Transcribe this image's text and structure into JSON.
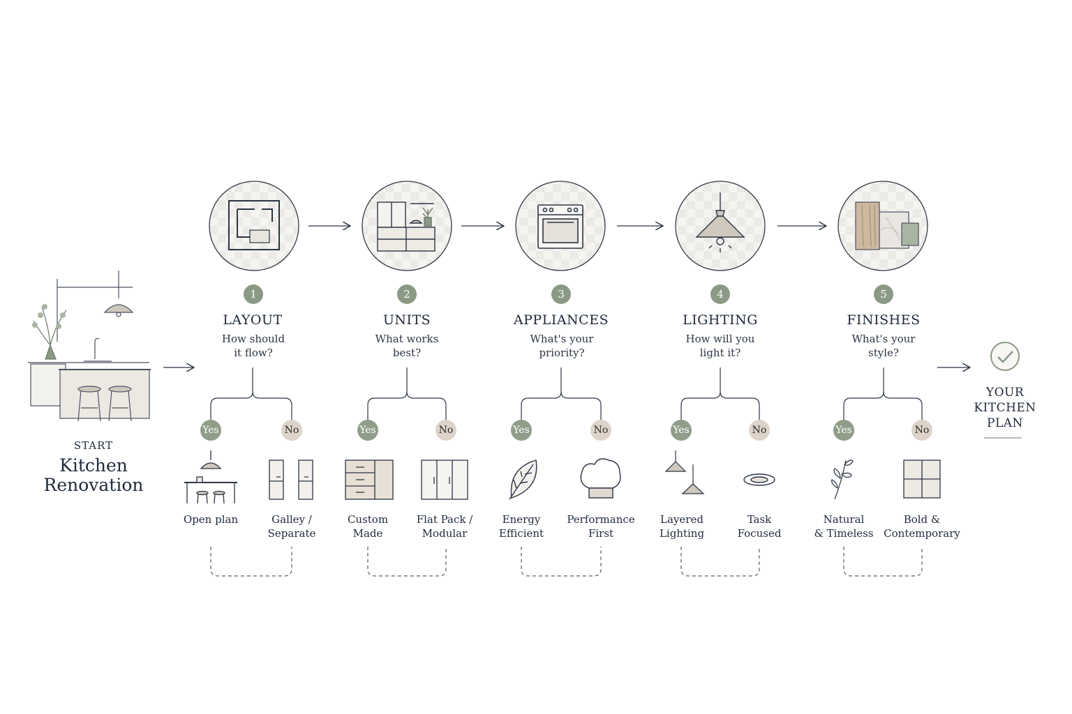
{
  "start": {
    "kicker": "START",
    "title_line1": "Kitchen",
    "title_line2": "Renovation"
  },
  "steps": [
    {
      "number": "1",
      "title": "LAYOUT",
      "question_line1": "How should",
      "question_line2": "it flow?",
      "yes_label": "Yes",
      "no_label": "No",
      "yes_option": [
        "Open plan",
        ""
      ],
      "no_option": [
        "Galley /",
        "Separate"
      ],
      "icon": "floor-plan-icon",
      "yes_icon": "open-plan-icon",
      "no_icon": "galley-icon"
    },
    {
      "number": "2",
      "title": "UNITS",
      "question_line1": "What works",
      "question_line2": "best?",
      "yes_label": "Yes",
      "no_label": "No",
      "yes_option": [
        "Custom",
        "Made"
      ],
      "no_option": [
        "Flat Pack /",
        "Modular"
      ],
      "icon": "cabinets-icon",
      "yes_icon": "custom-cabinet-icon",
      "no_icon": "flat-pack-icon"
    },
    {
      "number": "3",
      "title": "APPLIANCES",
      "question_line1": "What's your",
      "question_line2": "priority?",
      "yes_label": "Yes",
      "no_label": "No",
      "yes_option": [
        "Energy",
        "Efficient"
      ],
      "no_option": [
        "Performance",
        "First"
      ],
      "icon": "oven-icon",
      "yes_icon": "leaf-icon",
      "no_icon": "chef-hat-icon"
    },
    {
      "number": "4",
      "title": "LIGHTING",
      "question_line1": "How will you",
      "question_line2": "light it?",
      "yes_label": "Yes",
      "no_label": "No",
      "yes_option": [
        "Layered",
        "Lighting"
      ],
      "no_option": [
        "Task",
        "Focused"
      ],
      "icon": "pendant-lamp-icon",
      "yes_icon": "layered-lamps-icon",
      "no_icon": "downlight-icon"
    },
    {
      "number": "5",
      "title": "FINISHES",
      "question_line1": "What's your",
      "question_line2": "style?",
      "yes_label": "Yes",
      "no_label": "No",
      "yes_option": [
        "Natural",
        "& Timeless"
      ],
      "no_option": [
        "Bold &",
        "Contemporary"
      ],
      "icon": "material-swatches-icon",
      "yes_icon": "botanical-sprig-icon",
      "no_icon": "tile-icon"
    }
  ],
  "end": {
    "line1": "YOUR",
    "line2": "KITCHEN",
    "line3": "PLAN",
    "icon": "check-circle-icon"
  },
  "colors": {
    "ink": "#1f2a3a",
    "sage": "#8a9a84",
    "beige": "#ddd3c9",
    "line": "#333a44"
  }
}
